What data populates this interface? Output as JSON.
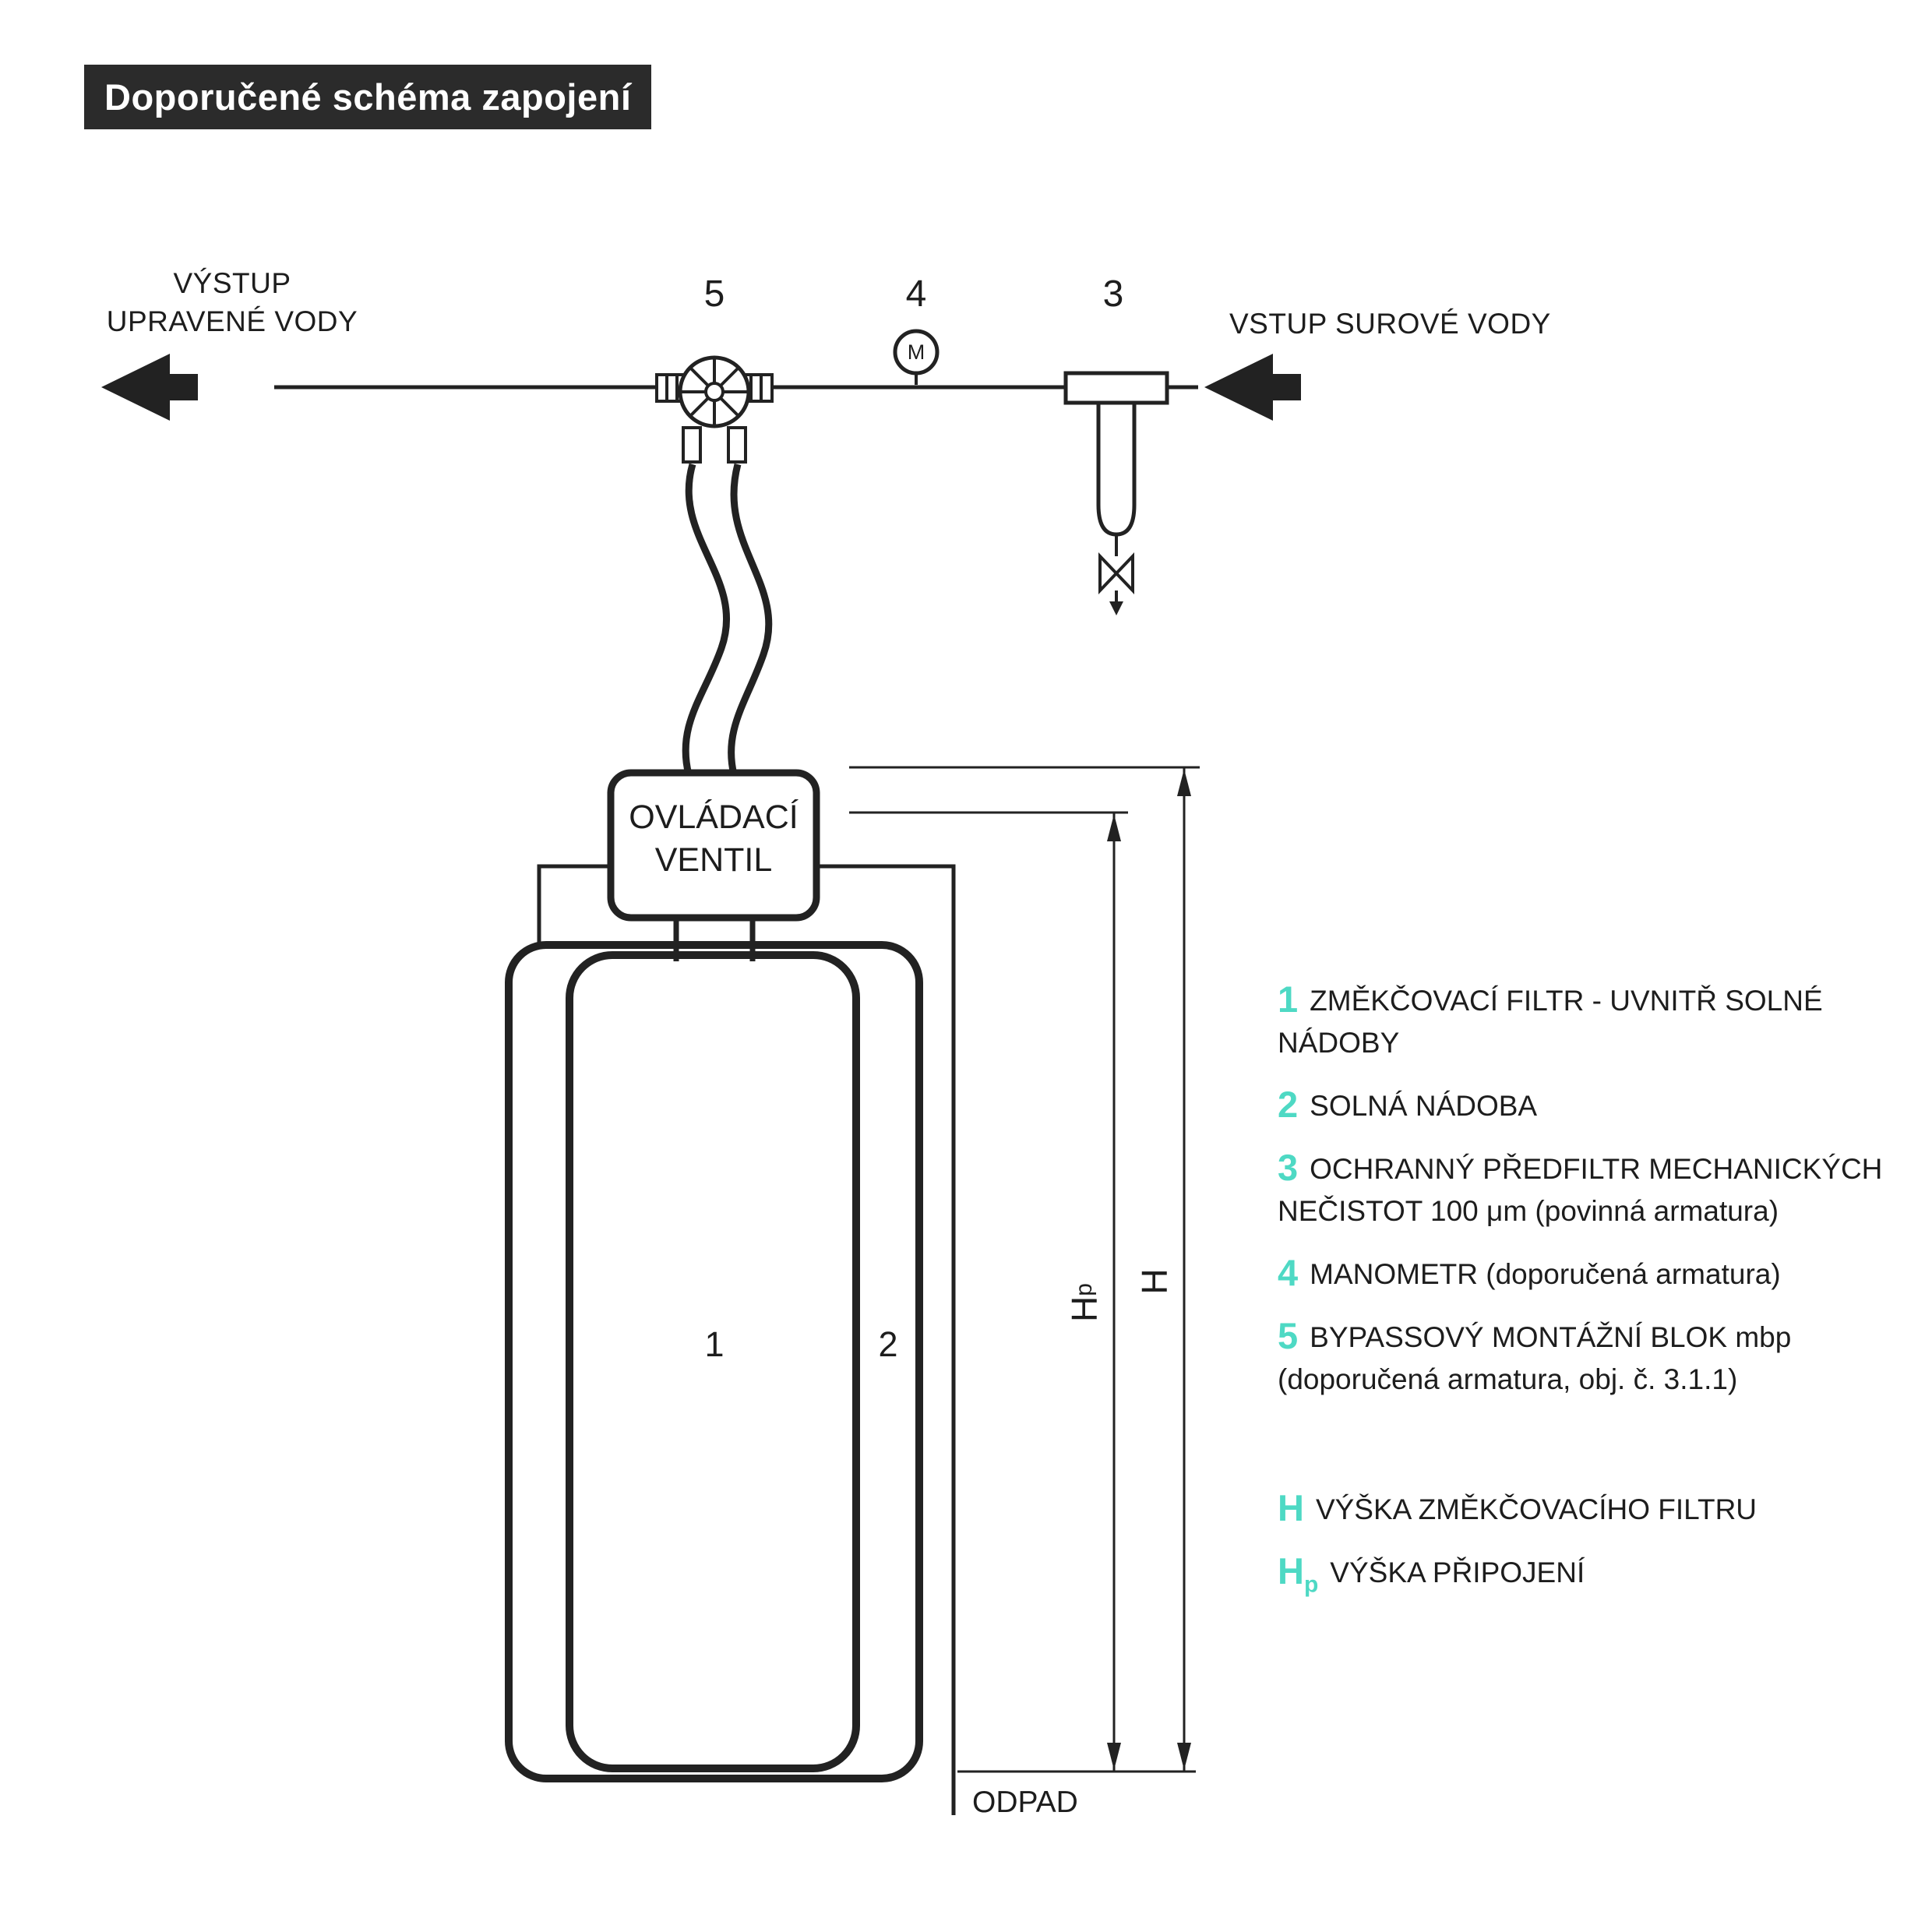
{
  "title": "Doporučené schéma zapojení",
  "colors": {
    "accent": "#4ED9C4",
    "ink": "#1d1d1d",
    "line": "#222222"
  },
  "pipe": {
    "out_label": "VÝSTUP\nUPRAVENÉ VODY",
    "in_label": "VSTUP SUROVÉ VODY",
    "num_5": "5",
    "num_4": "4",
    "num_3": "3",
    "manometer_letter": "M"
  },
  "valve": {
    "label": "OVLÁDACÍ\nVENTIL"
  },
  "tank": {
    "num_1": "1",
    "num_2": "2",
    "drain_label": "ODPAD"
  },
  "dimensions": {
    "h": "H",
    "hp_sym": "H",
    "hp_sub": "p"
  },
  "legend": {
    "items": [
      {
        "num": "1",
        "text": "ZMĚKČOVACÍ FILTR - UVNITŘ SOLNÉ NÁDOBY"
      },
      {
        "num": "2",
        "text": "SOLNÁ NÁDOBA"
      },
      {
        "num": "3",
        "text": "OCHRANNÝ PŘEDFILTR MECHANICKÝCH NEČISTOT 100 μm (povinná armatura)"
      },
      {
        "num": "4",
        "text": "MANOMETR (doporučená armatura)"
      },
      {
        "num": "5",
        "text": "BYPASSOVÝ MONTÁŽNÍ BLOK mbp (doporučená armatura, obj. č. 3.1.1)"
      }
    ],
    "h_item": {
      "sym": "H",
      "text": "VÝŠKA ZMĚKČOVACÍHO FILTRU"
    },
    "hp_item": {
      "sym": "H",
      "sub": "p",
      "text": "VÝŠKA PŘIPOJENÍ"
    }
  }
}
